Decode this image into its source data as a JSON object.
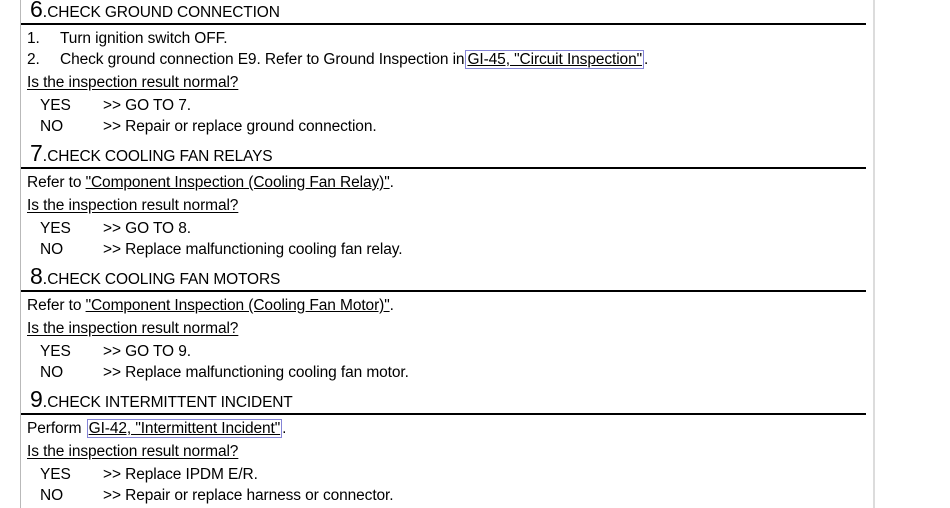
{
  "document": {
    "type": "service-manual-diagnostic-procedure",
    "link_box_color": "#8484d6",
    "rule_color": "#000000",
    "page_border_color": "#b9b9b9"
  },
  "common": {
    "question": "Is the inspection result normal?",
    "yes_key": "YES",
    "no_key": "NO",
    "arrow": ">>"
  },
  "steps": [
    {
      "number": "6",
      "dot": ".",
      "title": "CHECK GROUND CONNECTION",
      "list": [
        {
          "n": "1.",
          "text": "Turn ignition switch OFF."
        },
        {
          "n": "2.",
          "pre": "Check ground connection E9. Refer to Ground Inspection in",
          "link": "GI-45, \"Circuit Inspection\"",
          "link_boxed": true,
          "post": "."
        }
      ],
      "question": "Is the inspection result normal?",
      "yes": ">> GO TO 7.",
      "no": ">> Repair or replace ground connection."
    },
    {
      "number": "7",
      "dot": ".",
      "title": "CHECK COOLING FAN RELAYS",
      "refer": {
        "pre": "Refer to",
        "link": "\"Component Inspection (Cooling Fan Relay)\"",
        "link_boxed": false,
        "post": "."
      },
      "question": "Is the inspection result normal?",
      "yes": ">> GO TO 8.",
      "no": ">> Replace malfunctioning cooling fan relay."
    },
    {
      "number": "8",
      "dot": ".",
      "title": "CHECK COOLING FAN MOTORS",
      "refer": {
        "pre": "Refer to",
        "link": "\"Component Inspection (Cooling Fan Motor)\"",
        "link_boxed": false,
        "post": "."
      },
      "question": "Is the inspection result normal?",
      "yes": ">> GO TO 9.",
      "no": ">> Replace malfunctioning cooling fan motor."
    },
    {
      "number": "9",
      "dot": ".",
      "title": "CHECK INTERMITTENT INCIDENT",
      "refer": {
        "pre": "Perform",
        "link": "GI-42, \"Intermittent Incident\"",
        "link_boxed": true,
        "post": "."
      },
      "question": "Is the inspection result normal?",
      "yes": ">> Replace IPDM E/R.",
      "no": ">> Repair or replace harness or connector."
    }
  ]
}
